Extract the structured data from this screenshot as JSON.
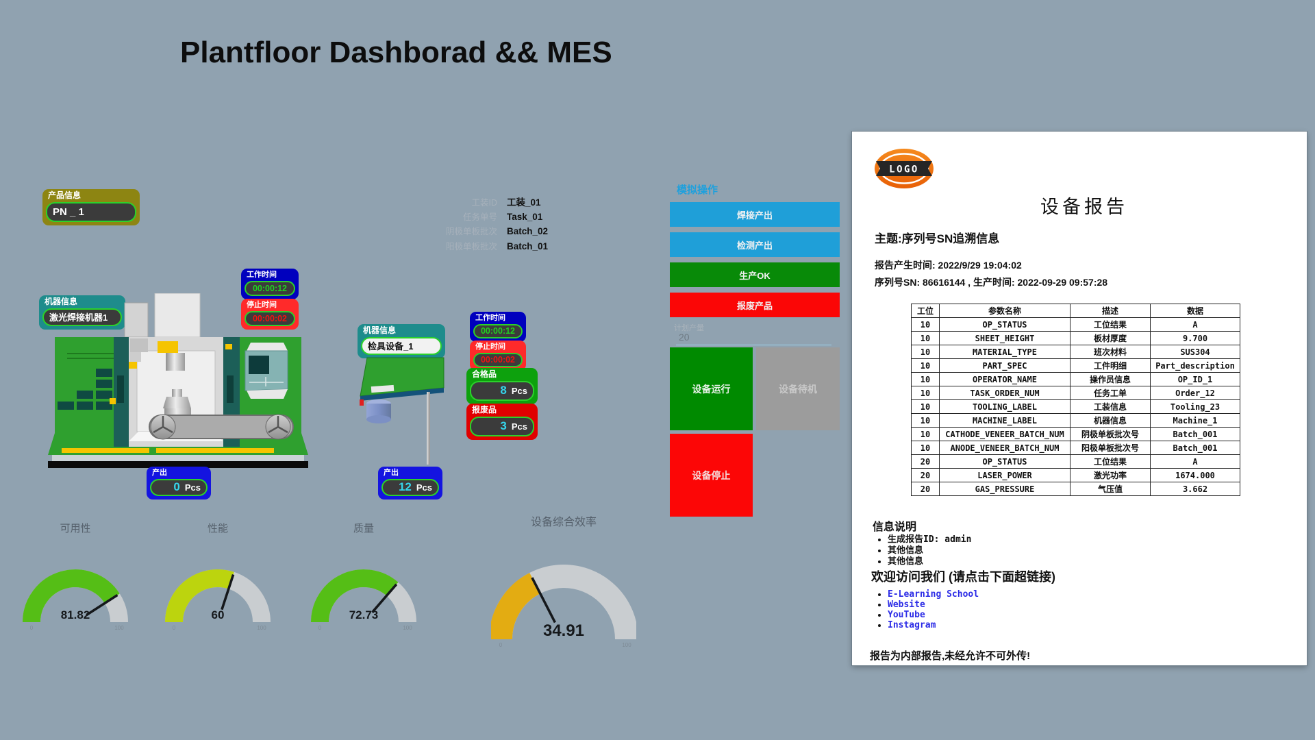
{
  "title": "Plantfloor Dashborad && MES",
  "colors": {
    "background": "#90A2B0",
    "accent_blue_button": "#1F9FD8",
    "accent_green": "#088A08",
    "accent_red": "#FB0606",
    "pill_border_green": "#2BD12B",
    "link_blue": "#2B2BE6"
  },
  "product_info": {
    "label": "产品信息",
    "value": "PN _ 1"
  },
  "machine1": {
    "info_label": "机器信息",
    "name": "激光焊接机器1",
    "work_label": "工作时间",
    "work_time": "00:00:12",
    "stop_label": "停止时间",
    "stop_time": "00:00:02",
    "output_label": "产出",
    "output_value": "0",
    "output_unit": "Pcs"
  },
  "task_info": {
    "rows": [
      {
        "label": "工装ID",
        "value": "工装_01"
      },
      {
        "label": "任务单号",
        "value": "Task_01"
      },
      {
        "label": "阴极单板批次",
        "value": "Batch_02"
      },
      {
        "label": "阳极单板批次",
        "value": "Batch_01"
      }
    ]
  },
  "machine2": {
    "info_label": "机器信息",
    "name": "检具设备_1",
    "work_label": "工作时间",
    "work_time": "00:00:12",
    "stop_label": "停止时间",
    "stop_time": "00:00:02",
    "good_label": "合格品",
    "good_value": "8",
    "good_unit": "Pcs",
    "scrap_label": "报废品",
    "scrap_value": "3",
    "scrap_unit": "Pcs",
    "output_label": "产出",
    "output_value": "12",
    "output_unit": "Pcs"
  },
  "sim_panel": {
    "title": "模拟操作",
    "buttons": [
      {
        "label": "焊接产出",
        "color": "#1F9FD8"
      },
      {
        "label": "检测产出",
        "color": "#1F9FD8"
      },
      {
        "label": "生产OK",
        "color": "#088A08"
      },
      {
        "label": "报废产品",
        "color": "#FB0606"
      }
    ],
    "plan_label": "计划产量",
    "plan_value": "20",
    "status_blocks": [
      {
        "label": "设备运行",
        "color": "#008A00",
        "text_color": "#E8F2E8"
      },
      {
        "label": "设备待机",
        "color": "#9C9C9C",
        "text_color": "#C9C9C9"
      },
      {
        "label": "设备停止",
        "color": "#FC0606",
        "text_color": "#F4DADA"
      }
    ]
  },
  "gauges": [
    {
      "label": "可用性",
      "value": 81.82,
      "display": "81.82",
      "color": "#55BE16",
      "min": 0,
      "max": 100
    },
    {
      "label": "性能",
      "value": 60,
      "display": "60",
      "color": "#BCD40E",
      "min": 0,
      "max": 100
    },
    {
      "label": "质量",
      "value": 72.73,
      "display": "72.73",
      "color": "#55BE16",
      "min": 0,
      "max": 100
    },
    {
      "label": "设备综合效率",
      "value": 34.91,
      "display": "34.91",
      "color": "#E3AC12",
      "min": 0,
      "max": 100
    }
  ],
  "report": {
    "logo_text": "LOGO",
    "title": "设备报告",
    "subject": "主题:序列号SN追溯信息",
    "generated_line": "报告产生时间: 2022/9/29 19:04:02",
    "serial_line": "序列号SN: 86616144 , 生产时间: 2022-09-29 09:57:28",
    "table": {
      "headers": [
        "工位",
        "参数名称",
        "描述",
        "数据"
      ],
      "rows": [
        [
          "10",
          "OP_STATUS",
          "工位结果",
          "A"
        ],
        [
          "10",
          "SHEET_HEIGHT",
          "板材厚度",
          "9.700"
        ],
        [
          "10",
          "MATERIAL_TYPE",
          "班次材料",
          "SUS304"
        ],
        [
          "10",
          "PART_SPEC",
          "工件明细",
          "Part_description"
        ],
        [
          "10",
          "OPERATOR_NAME",
          "操作员信息",
          "OP_ID_1"
        ],
        [
          "10",
          "TASK_ORDER_NUM",
          "任务工单",
          "Order_12"
        ],
        [
          "10",
          "TOOLING_LABEL",
          "工装信息",
          "Tooling_23"
        ],
        [
          "10",
          "MACHINE_LABEL",
          "机器信息",
          "Machine_1"
        ],
        [
          "10",
          "CATHODE_VENEER_BATCH_NUM",
          "阴极单板批次号",
          "Batch_001"
        ],
        [
          "10",
          "ANODE_VENEER_BATCH_NUM",
          "阳极单板批次号",
          "Batch_001"
        ],
        [
          "20",
          "OP_STATUS",
          "工位结果",
          "A"
        ],
        [
          "20",
          "LASER_POWER",
          "激光功率",
          "1674.000"
        ],
        [
          "20",
          "GAS_PRESSURE",
          "气压值",
          "3.662"
        ]
      ]
    },
    "notes_title": "信息说明",
    "notes": [
      "生成报告ID: admin",
      "其他信息",
      "其他信息"
    ],
    "visit_title": "欢迎访问我们 (请点击下面超链接)",
    "links": [
      "E-Learning School",
      "Website",
      "YouTube",
      "Instagram"
    ],
    "footer": "报告为内部报告,未经允许不可外传!"
  }
}
